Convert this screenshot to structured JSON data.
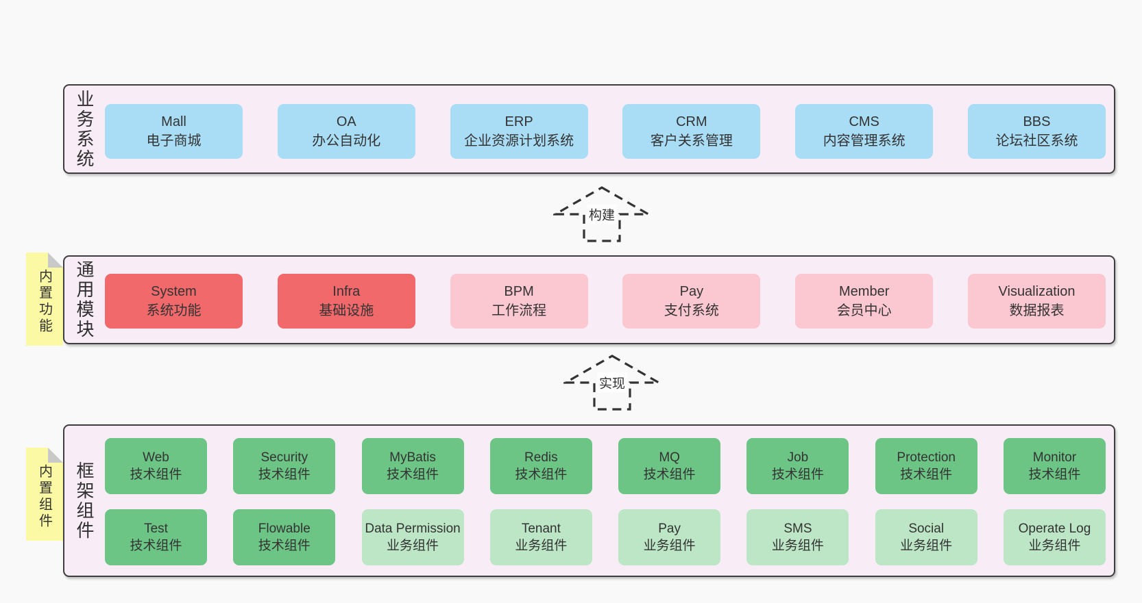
{
  "colors": {
    "page_bg": "#f9f9f9",
    "panel_bg": "#f8edf6",
    "panel_border": "#3d3d3d",
    "business_box": "#a9dcf5",
    "core_module_box": "#f1696b",
    "optional_module_box": "#fbc7d0",
    "tech_component_box": "#6cc485",
    "biz_component_box": "#bce6c6",
    "note_bg": "#fbf9a4",
    "note_fold": "#c9c9c9",
    "text": "#333333"
  },
  "arrows": {
    "build": "构建",
    "implement": "实现"
  },
  "sections": {
    "business": {
      "label": "业务系统",
      "boxes": [
        {
          "name": "Mall",
          "subtitle": "电子商城"
        },
        {
          "name": "OA",
          "subtitle": "办公自动化"
        },
        {
          "name": "ERP",
          "subtitle": "企业资源计划系统"
        },
        {
          "name": "CRM",
          "subtitle": "客户关系管理"
        },
        {
          "name": "CMS",
          "subtitle": "内容管理系统"
        },
        {
          "name": "BBS",
          "subtitle": "论坛社区系统"
        }
      ]
    },
    "modules": {
      "label": "通用模块",
      "note": "内置功能",
      "boxes": [
        {
          "name": "System",
          "subtitle": "系统功能"
        },
        {
          "name": "Infra",
          "subtitle": "基础设施"
        },
        {
          "name": "BPM",
          "subtitle": "工作流程"
        },
        {
          "name": "Pay",
          "subtitle": "支付系统"
        },
        {
          "name": "Member",
          "subtitle": "会员中心"
        },
        {
          "name": "Visualization",
          "subtitle": "数据报表"
        }
      ]
    },
    "framework": {
      "label": "框架组件",
      "note": "内置组件",
      "row1": [
        {
          "name": "Web",
          "subtitle": "技术组件"
        },
        {
          "name": "Security",
          "subtitle": "技术组件"
        },
        {
          "name": "MyBatis",
          "subtitle": "技术组件"
        },
        {
          "name": "Redis",
          "subtitle": "技术组件"
        },
        {
          "name": "MQ",
          "subtitle": "技术组件"
        },
        {
          "name": "Job",
          "subtitle": "技术组件"
        },
        {
          "name": "Protection",
          "subtitle": "技术组件"
        },
        {
          "name": "Monitor",
          "subtitle": "技术组件"
        }
      ],
      "row2": [
        {
          "name": "Test",
          "subtitle": "技术组件"
        },
        {
          "name": "Flowable",
          "subtitle": "技术组件"
        },
        {
          "name": "Data Permission",
          "subtitle": "业务组件"
        },
        {
          "name": "Tenant",
          "subtitle": "业务组件"
        },
        {
          "name": "Pay",
          "subtitle": "业务组件"
        },
        {
          "name": "SMS",
          "subtitle": "业务组件"
        },
        {
          "name": "Social",
          "subtitle": "业务组件"
        },
        {
          "name": "Operate Log",
          "subtitle": "业务组件"
        }
      ]
    }
  }
}
